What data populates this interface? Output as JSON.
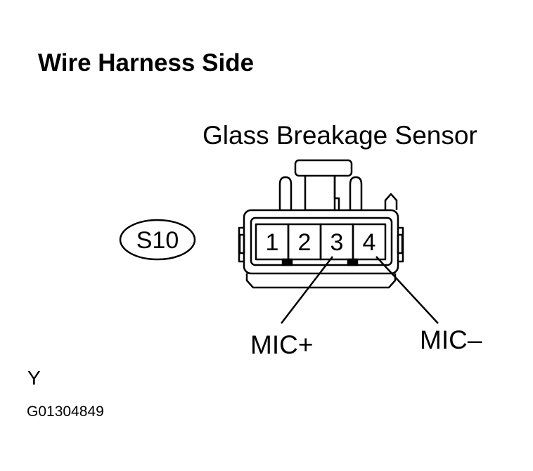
{
  "title": "Wire Harness Side",
  "connector": {
    "component_name": "Glass Breakage Sensor",
    "code": "S10",
    "pins": [
      "1",
      "2",
      "3",
      "4"
    ],
    "terminal_labels": {
      "pin3": "MIC+",
      "pin4": "MIC–"
    }
  },
  "view_code": "Y",
  "figure_id": "G01304849"
}
